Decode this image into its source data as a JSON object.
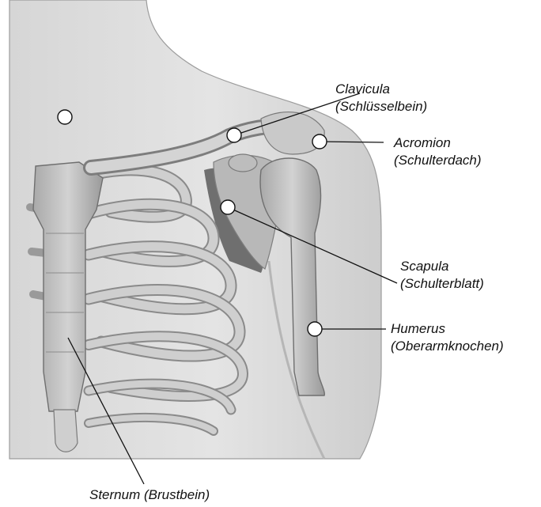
{
  "labels": {
    "clavicula": {
      "line1": "Clavicula",
      "line2": "(Schlüsselbein)"
    },
    "acromion": {
      "line1": "Acromion",
      "line2": "(Schulterdach)"
    },
    "scapula": {
      "line1": "Scapula",
      "line2": "(Schulterblatt)"
    },
    "humerus": {
      "line1": "Humerus",
      "line2": "(Oberarmknochen)"
    },
    "sternum": {
      "line1": "Sternum (Brustbein)"
    }
  },
  "colors": {
    "skin": "#e1e1e1",
    "skin_shade": "#c9c9c9",
    "bone": "#c6c6c6",
    "bone_dark": "#8f8f8f",
    "cavity": "#6f6f6f",
    "leader": "#111111"
  }
}
